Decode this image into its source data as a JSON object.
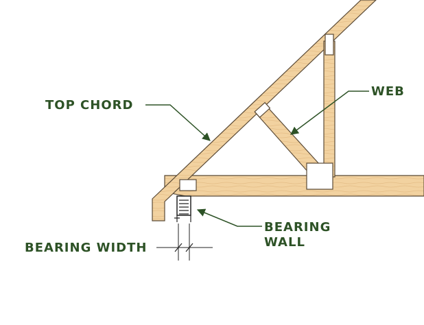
{
  "labels": {
    "top_chord": "TOP CHORD",
    "web": "WEB",
    "bearing_wall_line1": "BEARING",
    "bearing_wall_line2": "WALL",
    "bearing_width": "BEARING WIDTH"
  },
  "colors": {
    "wood": "#f2d2a0",
    "wood_grain": "#dcb27a",
    "outline": "#5a4a36",
    "label": "#2d5226",
    "leader": "#2d5226",
    "plate": "#ffffff"
  }
}
